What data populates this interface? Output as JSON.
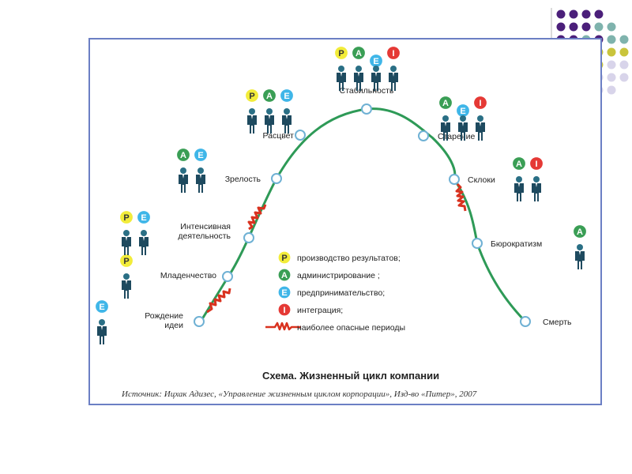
{
  "colors": {
    "P": "#f2ec3a",
    "A": "#3a9e55",
    "E": "#3fb6e8",
    "I": "#e53935",
    "curve": "#2e9a57",
    "danger": "#d9321f",
    "frame": "#6b7fc4",
    "figure": "#1e4a5f",
    "deco_purple": "#4b1f7a",
    "deco_teal": "#7fb3ad",
    "deco_olive": "#c9c43c",
    "deco_lavender": "#d8d4ea"
  },
  "letters": {
    "P": "P",
    "A": "A",
    "E": "E",
    "I": "I"
  },
  "stages": [
    {
      "id": "birth",
      "label_lines": [
        "Рождение",
        "идеи"
      ],
      "roles": [
        "E"
      ]
    },
    {
      "id": "infancy",
      "label_lines": [
        "Младенчество"
      ],
      "roles": [
        "P"
      ]
    },
    {
      "id": "intensive",
      "label_lines": [
        "Интенсивная",
        "деятельность"
      ],
      "roles": [
        "P",
        "E"
      ]
    },
    {
      "id": "maturity",
      "label_lines": [
        "Зрелость"
      ],
      "roles": [
        "A",
        "E"
      ]
    },
    {
      "id": "prime",
      "label_lines": [
        "Расцвет"
      ],
      "roles": [
        "P",
        "A",
        "E"
      ]
    },
    {
      "id": "stability",
      "label_lines": [
        "Стабильность"
      ],
      "roles": [
        "P",
        "A",
        "E",
        "I"
      ]
    },
    {
      "id": "aging",
      "label_lines": [
        "Старение"
      ],
      "roles": [
        "A",
        "E",
        "I"
      ]
    },
    {
      "id": "squabbles",
      "label_lines": [
        "Склоки"
      ],
      "roles": [
        "A",
        "I"
      ]
    },
    {
      "id": "bureaucracy",
      "label_lines": [
        "Бюрократизм"
      ],
      "roles": [
        "A"
      ]
    },
    {
      "id": "death",
      "label_lines": [
        "Смерть"
      ],
      "roles": []
    }
  ],
  "legend": [
    {
      "role": "P",
      "text": "производство результатов;"
    },
    {
      "role": "A",
      "text": "администрирование ;"
    },
    {
      "role": "E",
      "text": "предпринимательство;"
    },
    {
      "role": "I",
      "text": "интеграция;"
    },
    {
      "role": "danger",
      "text": "наиболее опасные периоды"
    }
  ],
  "caption": "Схема. Жизненный цикл компании",
  "source": "Источник: Ицхак Адизес, «Управление жизненным циклом корпорации», Изд-во «Питер», 2007"
}
